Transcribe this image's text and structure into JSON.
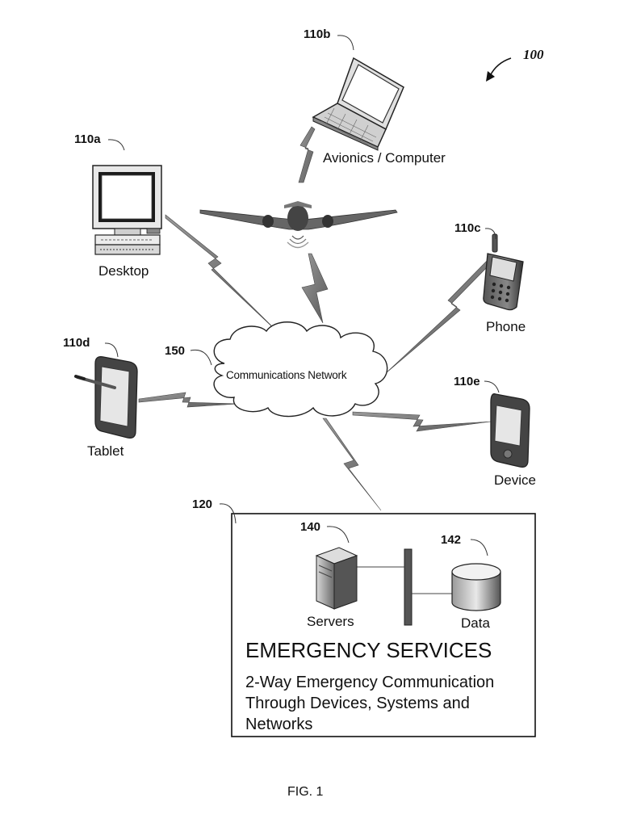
{
  "figure": {
    "ref_number": "100",
    "caption": "FIG. 1"
  },
  "network": {
    "ref": "150",
    "label": "Communications Network"
  },
  "devices": {
    "desktop": {
      "ref": "110a",
      "label": "Desktop"
    },
    "laptop": {
      "ref": "110b",
      "label": "Avionics / Computer"
    },
    "phone": {
      "ref": "110c",
      "label": "Phone"
    },
    "tablet": {
      "ref": "110d",
      "label": "Tablet"
    },
    "device": {
      "ref": "110e",
      "label": "Device"
    }
  },
  "emergency": {
    "ref": "120",
    "title": "EMERGENCY SERVICES",
    "description": "2-Way Emergency Communication Through Devices, Systems and Networks",
    "servers": {
      "ref": "140",
      "label": "Servers"
    },
    "data": {
      "ref": "142",
      "label": "Data"
    }
  }
}
